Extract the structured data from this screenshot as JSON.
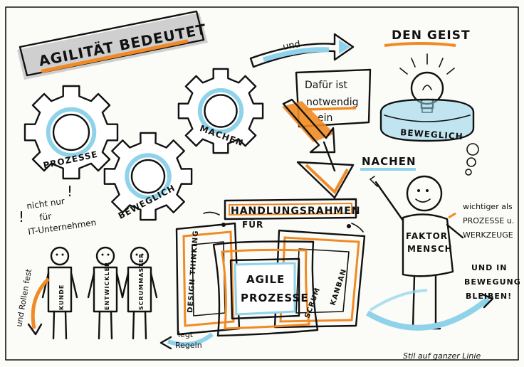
{
  "colors": {
    "accent_orange": "#f08a24",
    "accent_blue": "#8fd3ea",
    "ink": "#111111",
    "paper": "#fbfbf8",
    "shadow": "#cfcfcf"
  },
  "title": "AGILITÄT BEDEUTET",
  "top_arrow_label": "und",
  "spirit": {
    "title": "DEN GEIST",
    "ring_label": "BEWEGLICH",
    "icon": "lightbulb-icon"
  },
  "gears": [
    {
      "label": "PROZESSE"
    },
    {
      "label": "BEWEGLICH"
    },
    {
      "label": "MACHEN"
    }
  ],
  "note": {
    "line1": "Dafür ist",
    "line2": "notwendig",
    "line3": "ein"
  },
  "nachen_label": "NACHEN",
  "left_note": {
    "line1": "nicht nur",
    "line2": "für",
    "line3": "IT-Unternehmen"
  },
  "framework": {
    "title": "HANDLUNGSRAHMEN",
    "subtitle": "FÜR",
    "center_line1": "AGILE",
    "center_line2": "PROZESSE",
    "left_label": "DESIGN THINKING",
    "right_label1": "SCRUM",
    "right_label2": "KANBAN",
    "arrow_label_line1": "legt",
    "arrow_label_line2": "Regeln"
  },
  "people": [
    {
      "label": "KUNDE"
    },
    {
      "label": "ENTWICKLER"
    },
    {
      "label": "SCRUMMASTER"
    }
  ],
  "roles_label": "und Rollen fest",
  "person": {
    "shirt_line1": "FAKTOR",
    "shirt_line2": "MENSCH",
    "note_line1": "wichtiger als",
    "note_line2": "PROZESSE u.",
    "note_line3": "WERKZEUGE",
    "move_line1": "UND IN",
    "move_line2": "BEWEGUNG",
    "move_line3": "BLEIBEN!"
  },
  "signature": "Stil auf ganzer Linie"
}
